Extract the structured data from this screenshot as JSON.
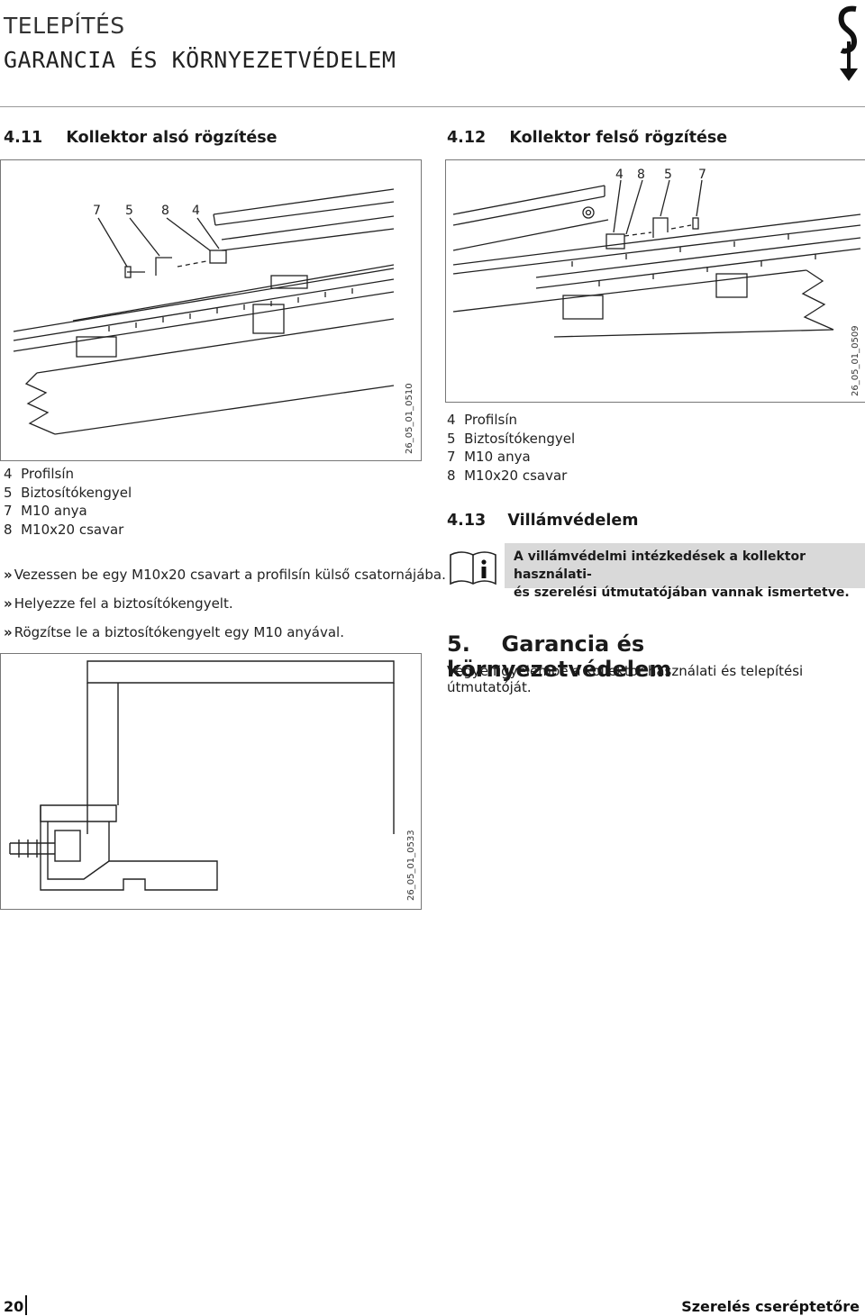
{
  "header": {
    "line1": "TELEPÍTÉS",
    "line2": "GARANCIA ÉS KÖRNYEZETVÉDELEM",
    "logo_icon": "brand-s-logo-icon"
  },
  "section_411": {
    "number": "4.11",
    "title": "Kollektor alsó rögzítése",
    "figure": {
      "id": "26_05_01_0510",
      "callouts": [
        "7",
        "5",
        "8",
        "4"
      ]
    },
    "legend": [
      {
        "num": "4",
        "text": "Profilsín"
      },
      {
        "num": "5",
        "text": "Biztosítókengyel"
      },
      {
        "num": "7",
        "text": "M10 anya"
      },
      {
        "num": "8",
        "text": "M10x20 csavar"
      }
    ],
    "steps": [
      "Vezessen be egy M10x20 csavart a profilsín külső csatornájába.",
      "Helyezze fel a biztosítókengyelt.",
      "Rögzítse le a biztosítókengyelt egy M10 anyával."
    ],
    "step_marker": "»",
    "figure2": {
      "id": "26_05_01_0533"
    }
  },
  "section_412": {
    "number": "4.12",
    "title": "Kollektor felső rögzítése",
    "figure": {
      "id": "26_05_01_0509",
      "callouts": [
        "4",
        "8",
        "5",
        "7"
      ]
    },
    "legend": [
      {
        "num": "4",
        "text": "Profilsín"
      },
      {
        "num": "5",
        "text": "Biztosítókengyel"
      },
      {
        "num": "7",
        "text": "M10 anya"
      },
      {
        "num": "8",
        "text": "M10x20 csavar"
      }
    ]
  },
  "section_413": {
    "number": "4.13",
    "title": "Villámvédelem",
    "note_icon": "info-book-icon",
    "note_line1": "A villámvédelmi intézkedések a kollektor használati-",
    "note_line2": "és szerelési útmutatójában vannak ismertetve."
  },
  "section_5": {
    "number": "5.",
    "title": "Garancia és környezetvédelem",
    "body": "Vegye figyelembe a kollektor használati és telepítési útmutatóját."
  },
  "footer": {
    "page": "20",
    "title": "Szerelés cseréptetőre"
  }
}
